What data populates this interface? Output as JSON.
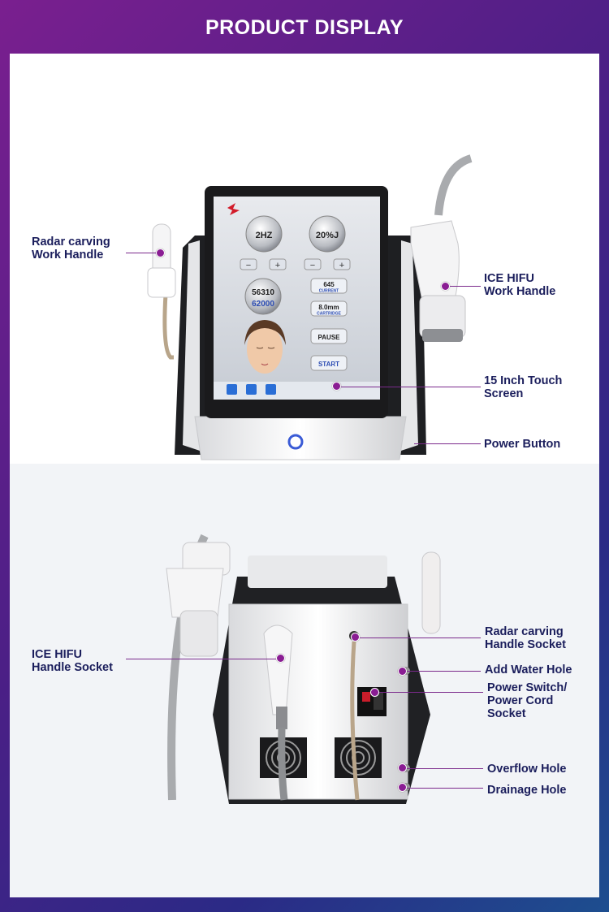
{
  "header": {
    "title": "PRODUCT DISPLAY"
  },
  "screen": {
    "freq": "2HZ",
    "energy": "20%J",
    "shots_top": "56310",
    "shots_bottom": "62000",
    "current": "645",
    "current_label": "CURRENT",
    "cartridge": "8.0mm",
    "cartridge_label": "CARTRIDGE",
    "pause": "PAUSE",
    "start": "START",
    "minus": "−",
    "plus": "+"
  },
  "labels": {
    "radar_work_handle": "Radar carving\nWork Handle",
    "ice_hifu_work_handle": "ICE HIFU\nWork Handle",
    "touch_screen": "15 Inch Touch\nScreen",
    "power_button": "Power Button",
    "ice_hifu_socket": "ICE HIFU\nHandle Socket",
    "radar_socket": "Radar carving\nHandle Socket",
    "add_water": "Add Water Hole",
    "power_switch": "Power Switch/\nPower Cord\nSocket",
    "overflow": "Overflow Hole",
    "drainage": "Drainage Hole"
  },
  "colors": {
    "accent": "#8a1d93",
    "label_text": "#1b1e5c"
  }
}
